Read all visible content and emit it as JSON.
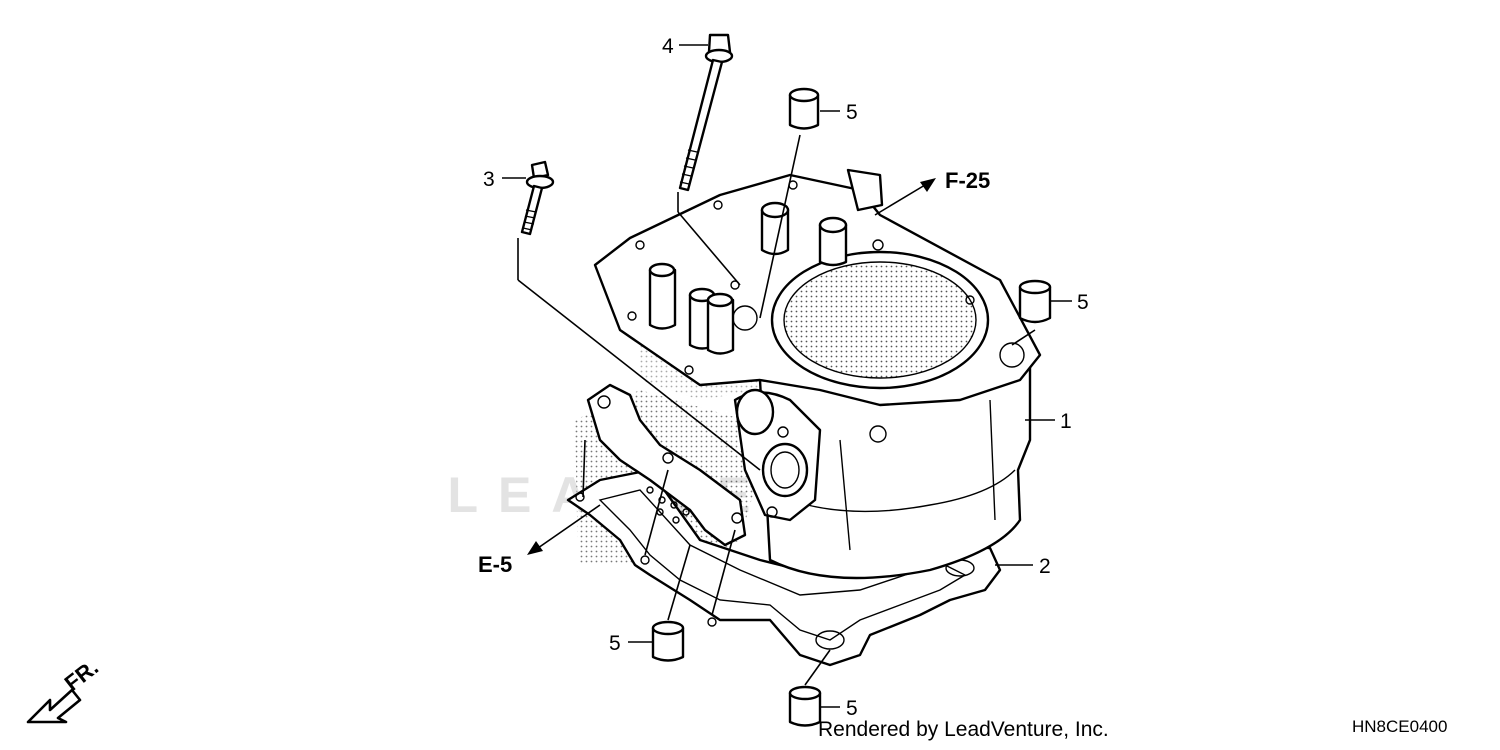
{
  "callouts": {
    "c1": "1",
    "c2": "2",
    "c3": "3",
    "c4": "4",
    "c5a": "5",
    "c5b": "5",
    "c5c": "5",
    "c5d": "5"
  },
  "references": {
    "f25": "F-25",
    "e5": "E-5",
    "front": "FR."
  },
  "watermark": "LEADVENTURE",
  "footer": {
    "credit": "Rendered by LeadVenture, Inc.",
    "code": "HN8CE0400"
  }
}
